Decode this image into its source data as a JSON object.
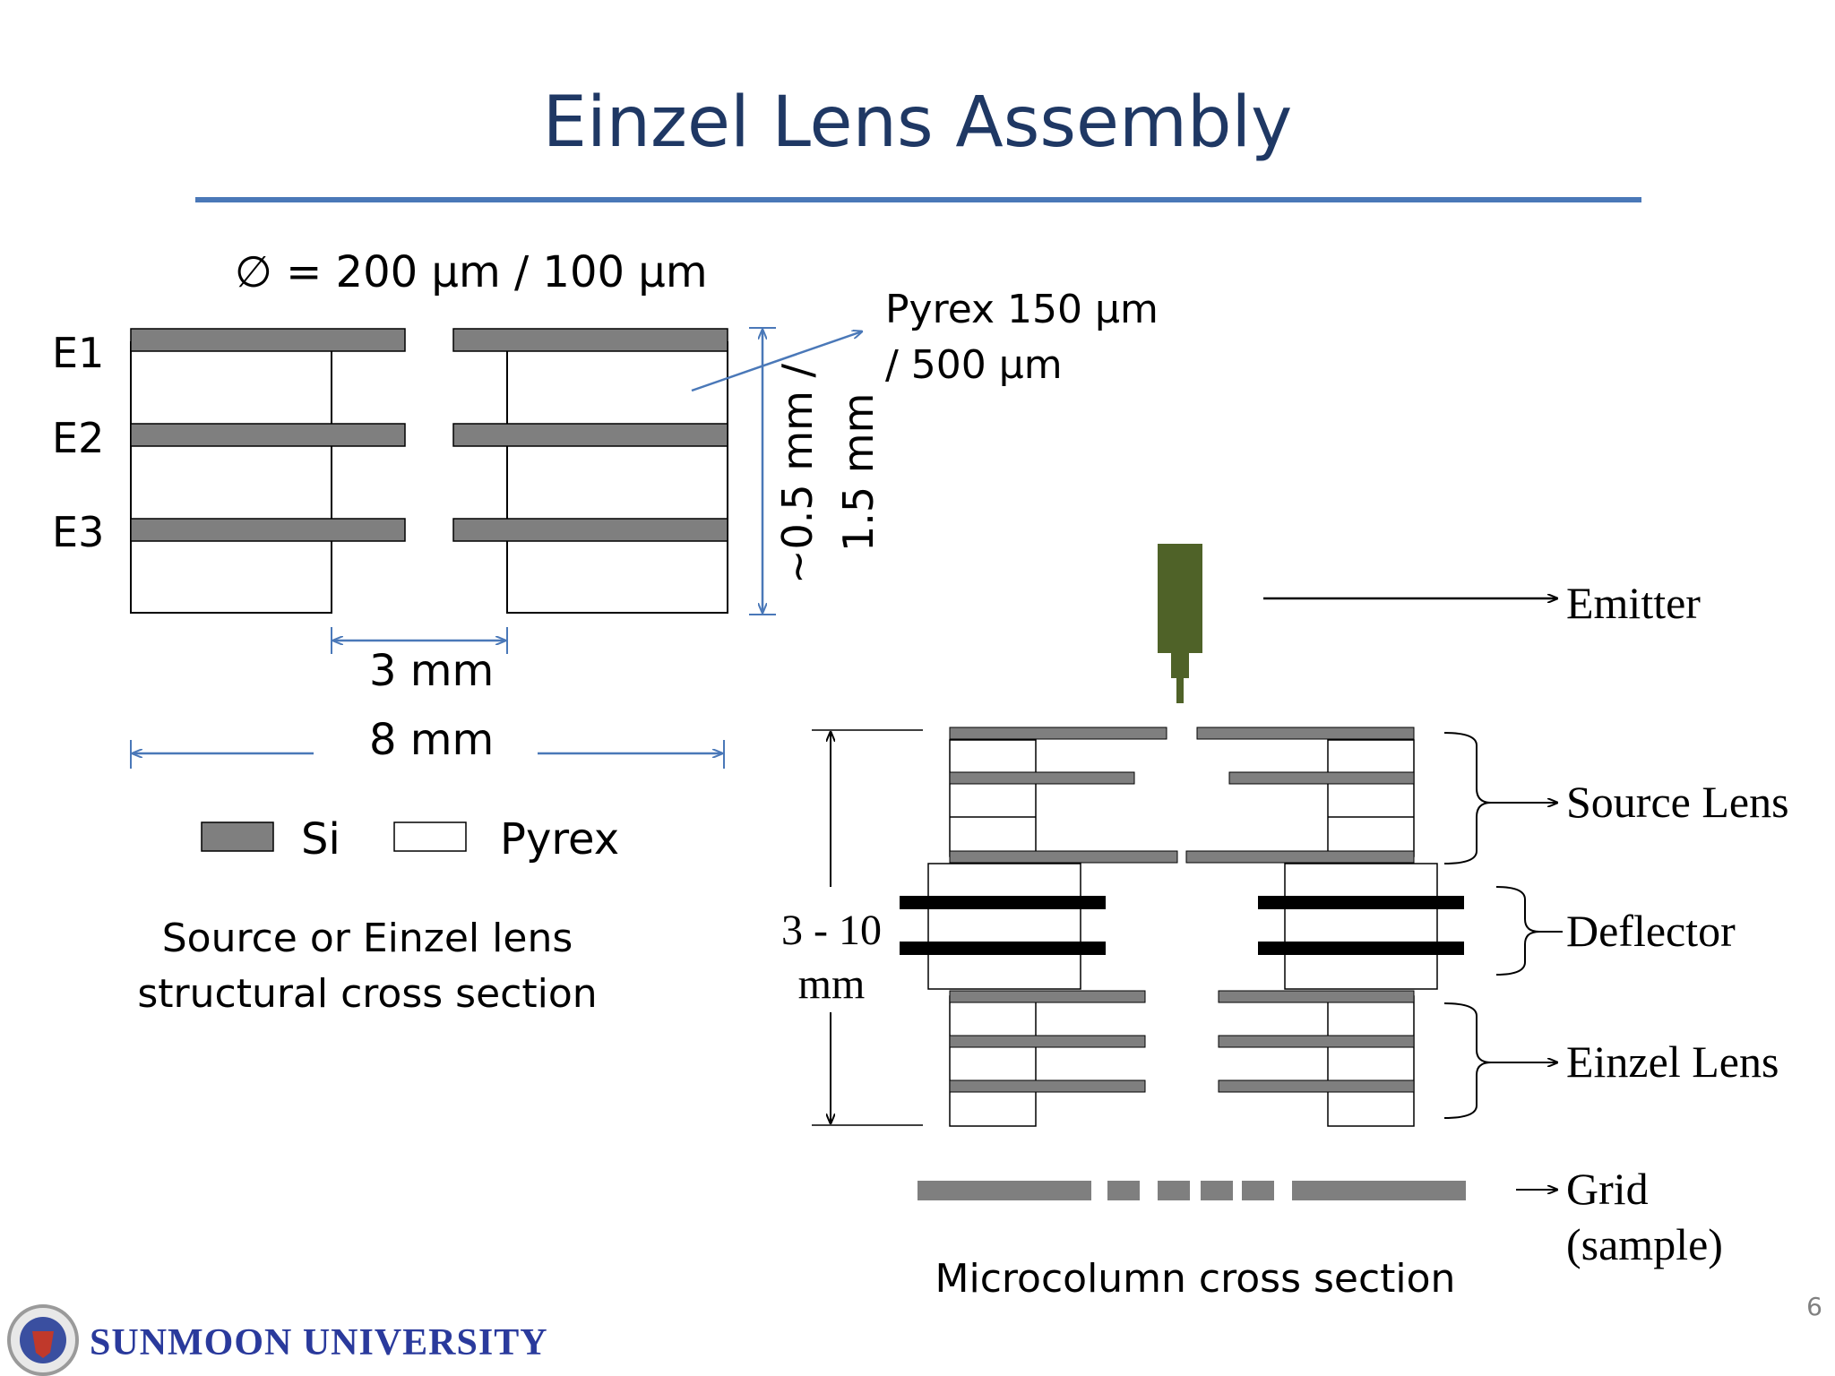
{
  "slide": {
    "title": "Einzel Lens Assembly",
    "page_number": "6",
    "university": "SUNMOON UNIVERSITY"
  },
  "left_diagram": {
    "diameter_label": "∅ = 200 μm / 100 μm",
    "electrode_labels": [
      "E1",
      "E2",
      "E3"
    ],
    "pyrex_label_line1": "Pyrex 150 μm",
    "pyrex_label_line2": "/ 500 μm",
    "vertical_label_line1": "~0.5 mm /",
    "vertical_label_line2": "1.5 mm",
    "inner_dim": "3 mm",
    "outer_dim": "8 mm",
    "legend": {
      "si": "Si",
      "pyrex": "Pyrex"
    },
    "caption_line1": "Source or Einzel lens",
    "caption_line2": "structural cross section"
  },
  "right_diagram": {
    "labels": {
      "emitter": "Emitter",
      "source_lens": "Source Lens",
      "deflector": "Deflector",
      "einzel_lens": "Einzel Lens",
      "grid_line1": "Grid",
      "grid_line2": "(sample)"
    },
    "height_dim_line1": "3 - 10",
    "height_dim_line2": "mm",
    "caption": "Microcolumn cross section"
  },
  "colors": {
    "title": "#1f3864",
    "rule": "#4a78b8",
    "silicon": "#7f7f7f",
    "emitter": "#4f6228",
    "dimension_arrow": "#4a78b8",
    "university_text": "#2a3a9c"
  }
}
